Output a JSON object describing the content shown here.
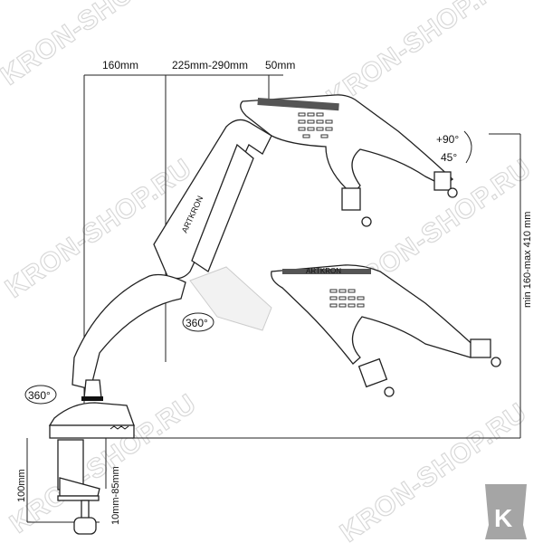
{
  "dimensions": {
    "base_offset": "160mm",
    "arm_reach": "225mm-290mm",
    "tray_offset": "50mm",
    "height_range": "min 160-max 410 mm",
    "clamp_height": "100mm",
    "desk_thickness": "10mm-85mm"
  },
  "rotation": {
    "tilt_up": "+90°",
    "tilt_down": "45°",
    "arm_swivel": "360°",
    "base_swivel": "360°"
  },
  "brand_on_arm": "ARTKRON",
  "brand_on_tray": "ARTKRON",
  "watermark": "KRON-SHOP.RU",
  "logo_letter": "K"
}
